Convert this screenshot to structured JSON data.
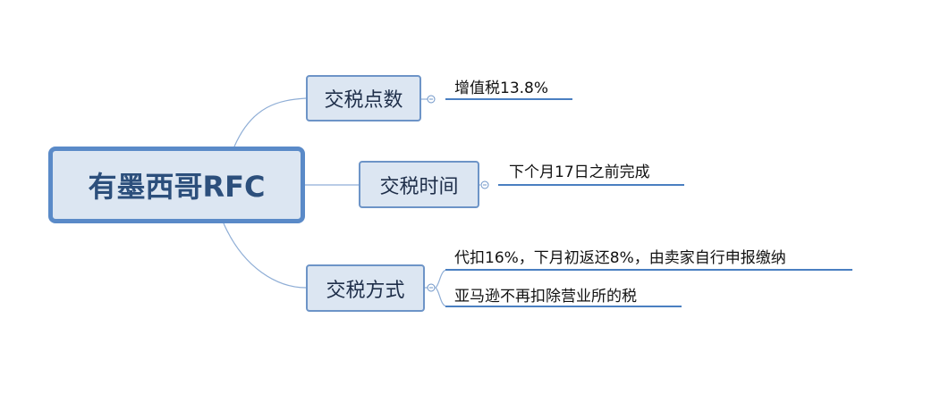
{
  "root": {
    "label": "有墨西哥RFC"
  },
  "branches": [
    {
      "label": "交税点数",
      "leaves": [
        "增值税13.8%"
      ]
    },
    {
      "label": "交税时间",
      "leaves": [
        "下个月17日之前完成"
      ]
    },
    {
      "label": "交税方式",
      "leaves": [
        "代扣16%，下月初返还8%，由卖家自行申报缴纳",
        "亚马逊不再扣除营业所的税"
      ]
    }
  ],
  "colors": {
    "node_fill": "#dce6f2",
    "node_border": "#6d94c7",
    "root_border": "#5a8ac8",
    "link": "#8faed6",
    "underline": "#4a7fc1"
  }
}
